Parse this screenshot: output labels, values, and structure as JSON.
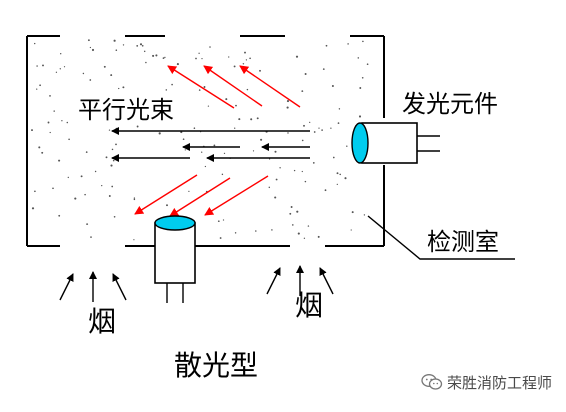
{
  "labels": {
    "parallel_beam": "平行光束",
    "light_emitter": "发光元件",
    "detection_chamber": "检测室",
    "smoke_left": "烟",
    "smoke_right": "烟",
    "scatter_type": "散光型"
  },
  "watermark": {
    "text": "荣胜消防工程师",
    "icon": "wechat-icon"
  },
  "colors": {
    "line": "#000000",
    "arrow_red": "#ff0000",
    "lens_fill": "#00ccee",
    "text": "#000000"
  }
}
